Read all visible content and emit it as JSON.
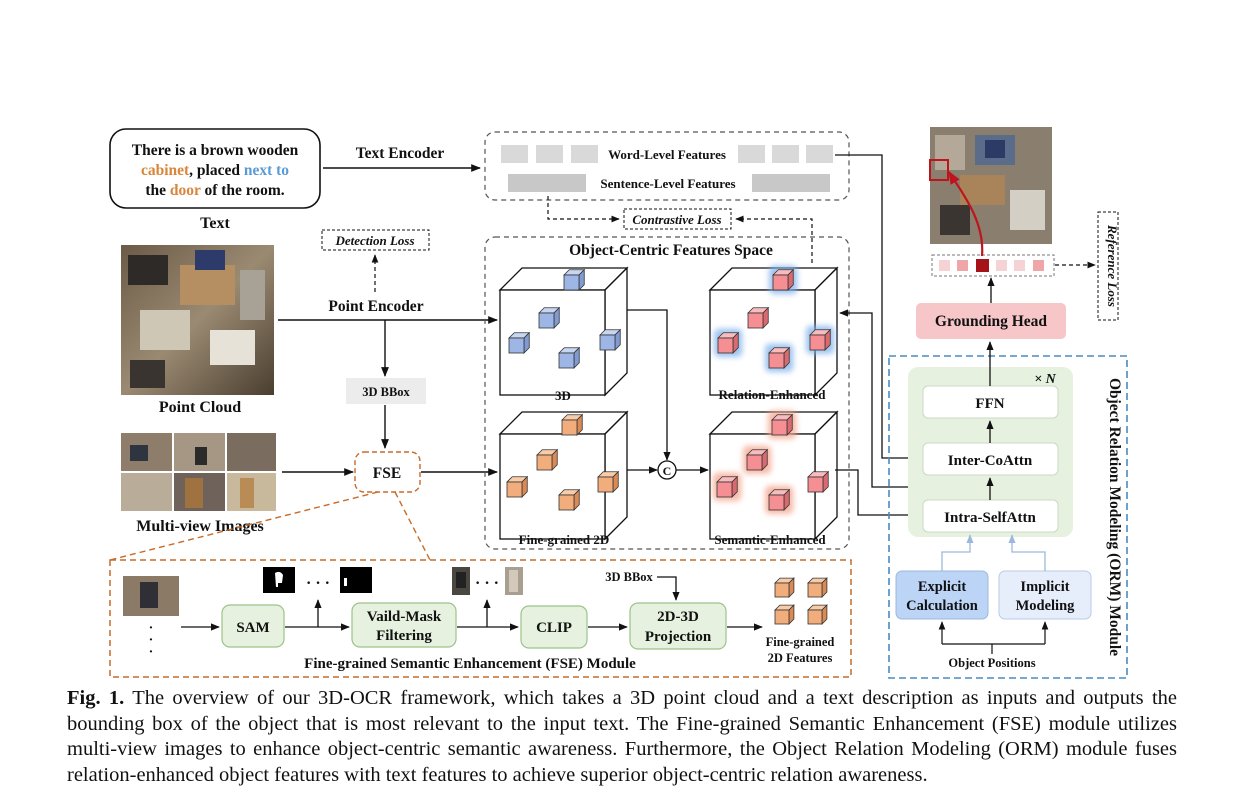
{
  "text_block": {
    "line1": "There is a brown wooden",
    "w_cabinet": "cabinet",
    "w_placed": ", placed ",
    "w_nextto": "next to",
    "w_the": "the ",
    "w_door": "door",
    "w_room": " of the room.",
    "label": "Text"
  },
  "colors": {
    "orange_word": "#d9853b",
    "blue_word": "#5b9bd5",
    "ground_head": "#f6c6c8",
    "orm_border": "#4a8bc2",
    "fse_border": "#c86a28",
    "green_panel": "#e6f2df"
  },
  "encoders": {
    "text_encoder": "Text Encoder",
    "point_encoder": "Point Encoder",
    "bbox_3d": "3D BBox",
    "fse": "FSE"
  },
  "features": {
    "word_level": "Word-Level Features",
    "sentence_level": "Sentence-Level Features"
  },
  "losses": {
    "contrastive": "Contrastive Loss",
    "detection": "Detection Loss",
    "reference": "Reference Loss"
  },
  "inputs": {
    "point_cloud": "Point Cloud",
    "multi_view": "Multi-view Images"
  },
  "ocfs": {
    "title": "Object-Centric Features Space",
    "cube_3d": "3D",
    "cube_relation": "Relation-Enhanced",
    "cube_fine": "Fine-grained 2D",
    "cube_semantic": "Semantic-Enhanced",
    "concat": "C"
  },
  "orm": {
    "title": "Object Relation Modeling (ORM) Module",
    "repeat": "× N",
    "ffn": "FFN",
    "inter": "Inter-CoAttn",
    "intra": "Intra-SelfAttn",
    "explicit_1": "Explicit",
    "explicit_2": "Calculation",
    "implicit_1": "Implicit",
    "implicit_2": "Modeling",
    "positions": "Object Positions"
  },
  "grounding_head": "Grounding Head",
  "fse_module": {
    "title": "Fine-grained Semantic Enhancement (FSE) Module",
    "sam": "SAM",
    "vaild_1": "Vaild-Mask",
    "vaild_2": "Filtering",
    "clip": "CLIP",
    "proj_1": "2D-3D",
    "proj_2": "Projection",
    "bbox": "3D BBox",
    "out_1": "Fine-grained",
    "out_2": "2D Features",
    "dots": "· · ·"
  },
  "caption": {
    "fig": "Fig. 1.",
    "text": " The overview of our 3D-OCR framework, which takes a 3D point cloud and a text description as inputs and outputs the bounding box of the object that is most relevant to the input text. The Fine-grained Semantic Enhancement (FSE) module utilizes multi-view images to enhance object-centric semantic awareness. Furthermore, the Object Relation Modeling (ORM) module fuses relation-enhanced object features with text features to achieve superior object-centric relation awareness."
  }
}
